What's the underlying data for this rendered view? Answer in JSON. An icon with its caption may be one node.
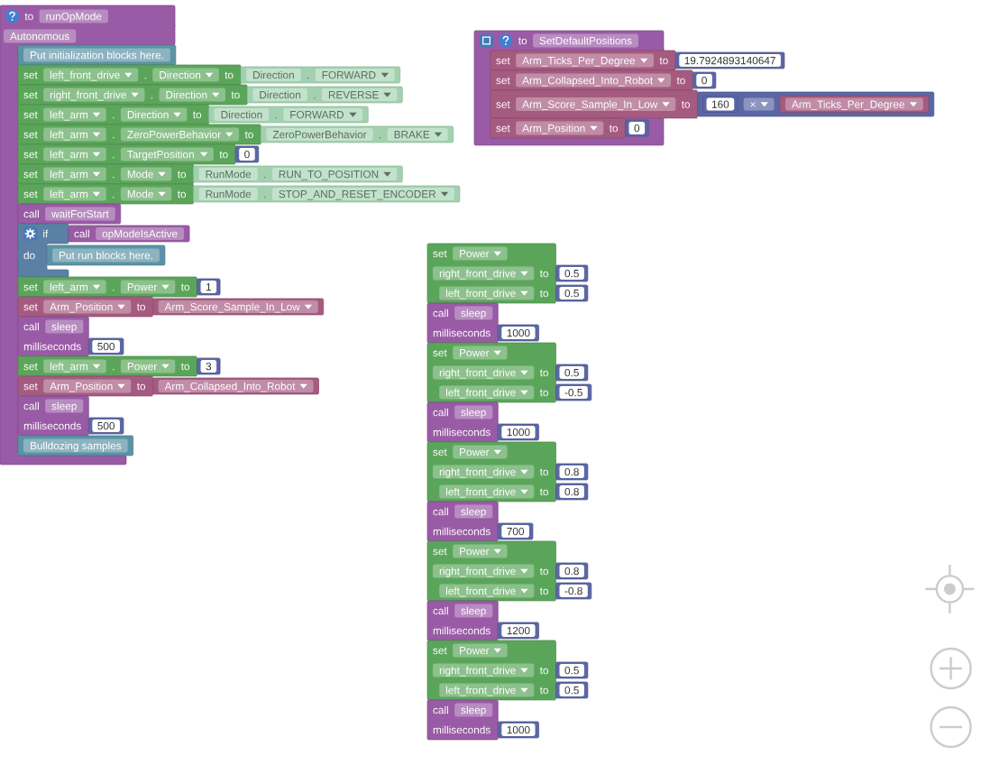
{
  "diagram": {
    "nodes": [
      {
        "text": [
          "to",
          "runOpMode",
          "Autonomous"
        ]
      },
      {
        "text": [
          "Put initialization blocks here."
        ]
      },
      {
        "text": [
          "set",
          "left_front_drive",
          ".",
          "Direction",
          "to"
        ]
      },
      {
        "text": [
          "Direction",
          ".",
          "FORWARD"
        ]
      },
      {
        "text": [
          "set",
          "right_front_drive",
          ".",
          "Direction",
          "to"
        ]
      },
      {
        "text": [
          "Direction",
          ".",
          "REVERSE"
        ]
      },
      {
        "text": [
          "set",
          "left_arm",
          ".",
          "Direction",
          "to"
        ]
      },
      {
        "text": [
          "Direction",
          ".",
          "FORWARD"
        ]
      },
      {
        "text": [
          "set",
          "left_arm",
          ".",
          "ZeroPowerBehavior",
          "to"
        ]
      },
      {
        "text": [
          "ZeroPowerBehavior",
          ".",
          "BRAKE"
        ]
      },
      {
        "text": [
          "set",
          "left_arm",
          ".",
          "TargetPosition",
          "to"
        ]
      },
      {
        "text": [
          "0"
        ]
      },
      {
        "text": [
          "set",
          "left_arm",
          ".",
          "Mode",
          "to"
        ]
      },
      {
        "text": [
          "RunMode",
          ".",
          "RUN_TO_POSITION"
        ]
      },
      {
        "text": [
          "set",
          "left_arm",
          ".",
          "Mode",
          "to"
        ]
      },
      {
        "text": [
          "RunMode",
          ".",
          "STOP_AND_RESET_ENCODER"
        ]
      },
      {
        "text": [
          "call",
          "waitForStart"
        ]
      },
      {
        "text": [
          "if",
          "do"
        ]
      },
      {
        "text": [
          "call",
          "opModeIsActive"
        ]
      },
      {
        "text": [
          "Put run blocks here."
        ]
      },
      {
        "text": [
          "set",
          "left_arm",
          ".",
          "Power",
          "to"
        ]
      },
      {
        "text": [
          "1"
        ]
      },
      {
        "text": [
          "set",
          "Arm_Position",
          "to"
        ]
      },
      {
        "text": [
          "Arm_Score_Sample_In_Low"
        ]
      },
      {
        "text": [
          "call",
          "sleep",
          "milliseconds"
        ]
      },
      {
        "text": [
          "500"
        ]
      },
      {
        "text": [
          "set",
          "left_arm",
          ".",
          "Power",
          "to"
        ]
      },
      {
        "text": [
          "3"
        ]
      },
      {
        "text": [
          "set",
          "Arm_Position",
          "to"
        ]
      },
      {
        "text": [
          "Arm_Collapsed_Into_Robot"
        ]
      },
      {
        "text": [
          "call",
          "sleep",
          "milliseconds"
        ]
      },
      {
        "text": [
          "500"
        ]
      },
      {
        "text": [
          "Bulldozing samples"
        ]
      },
      {
        "text": [
          "to",
          "SetDefaultPositions"
        ]
      },
      {
        "text": [
          "set",
          "Arm_Ticks_Per_Degree",
          "to"
        ]
      },
      {
        "text": [
          "19.7924893140647"
        ]
      },
      {
        "text": [
          "set",
          "Arm_Collapsed_Into_Robot",
          "to"
        ]
      },
      {
        "text": [
          "0"
        ]
      },
      {
        "text": [
          "set",
          "Arm_Score_Sample_In_Low",
          "to"
        ]
      },
      {
        "text": [
          "×"
        ]
      },
      {
        "text": [
          "160"
        ],
        "in": 39
      },
      {
        "text": [
          "Arm_Ticks_Per_Degree"
        ],
        "in": 39
      },
      {
        "text": [
          "set",
          "Arm_Position",
          "to"
        ],
        "in": 33
      },
      {
        "text": [
          "0"
        ],
        "in": 33
      },
      {
        "text": [
          "set",
          "Power",
          "right_front_drive",
          "to",
          "left_front_drive",
          "to"
        ]
      },
      {
        "text": [
          "0.5"
        ]
      },
      {
        "text": [
          "0.5"
        ]
      },
      {
        "text": [
          "call",
          "sleep",
          "milliseconds"
        ]
      },
      {
        "text": [
          "1000"
        ]
      },
      {
        "text": [
          "set",
          "Power",
          "right_front_drive",
          "to",
          "left_front_drive",
          "to"
        ]
      },
      {
        "text": [
          "0.5"
        ]
      },
      {
        "text": [
          "-0.5"
        ]
      },
      {
        "text": [
          "call",
          "sleep",
          "milliseconds"
        ]
      },
      {
        "text": [
          "1000"
        ]
      },
      {
        "text": [
          "set",
          "Power",
          "right_front_drive",
          "to",
          "left_front_drive",
          "to"
        ]
      },
      {
        "text": [
          "0.8"
        ]
      },
      {
        "text": [
          "0.8"
        ]
      },
      {
        "text": [
          "call",
          "sleep",
          "milliseconds"
        ]
      },
      {
        "text": [
          "700"
        ]
      },
      {
        "text": [
          "set",
          "Power",
          "right_front_drive",
          "to",
          "left_front_drive",
          "to"
        ]
      },
      {
        "text": [
          "0.8"
        ]
      },
      {
        "text": [
          "-0.8"
        ]
      },
      {
        "text": [
          "call",
          "sleep",
          "milliseconds"
        ]
      },
      {
        "text": [
          "1200"
        ]
      },
      {
        "text": [
          "set",
          "Power",
          "right_front_drive",
          "to",
          "left_front_drive",
          "to"
        ]
      },
      {
        "text": [
          "0.5"
        ]
      },
      {
        "text": [
          "0.5"
        ]
      },
      {
        "text": [
          "call",
          "sleep",
          "milliseconds"
        ]
      },
      {
        "text": [
          "1000"
        ]
      }
    ]
  }
}
